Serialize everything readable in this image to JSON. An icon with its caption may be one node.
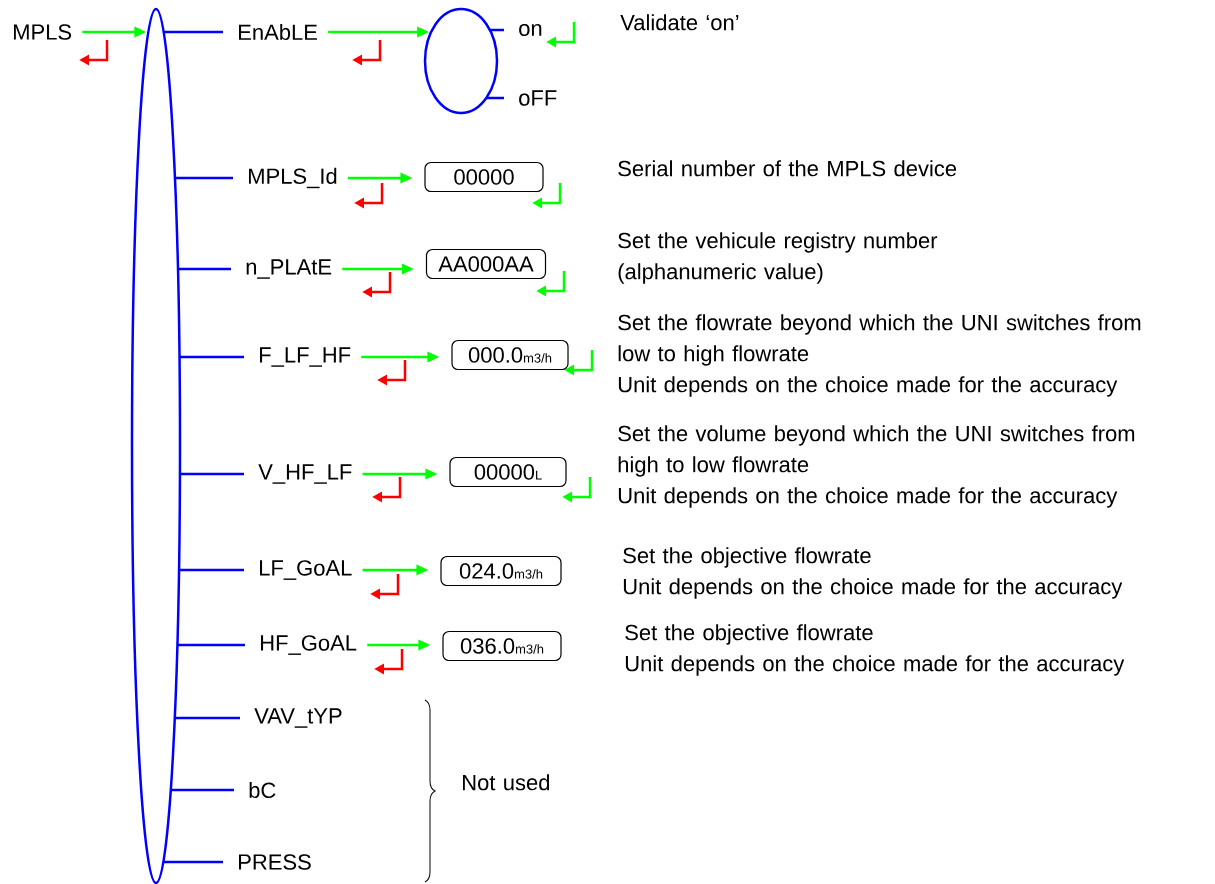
{
  "diagram": {
    "nodes": [
      {
        "text": [
          "MPLS"
        ]
      },
      {
        "text": [],
        "shape": "ellipse"
      },
      {
        "text": [
          "EnAbLE"
        ]
      },
      {
        "text": [],
        "shape": "ellipse"
      },
      {
        "text": [
          "on"
        ]
      },
      {
        "text": [
          "oFF"
        ]
      },
      {
        "text": [
          "MPLS_Id"
        ]
      },
      {
        "text": [
          "00000"
        ]
      },
      {
        "text": [
          "n_PLAtE"
        ]
      },
      {
        "text": [
          "AA000AA"
        ]
      },
      {
        "text": [
          "F_LF_HF"
        ]
      },
      {
        "text": [
          "000.0",
          "m3/h"
        ]
      },
      {
        "text": [
          "V_HF_LF"
        ]
      },
      {
        "text": [
          "00000",
          "L"
        ]
      },
      {
        "text": [
          "LF_GoAL"
        ]
      },
      {
        "text": [
          "024.0",
          "m3/h"
        ]
      },
      {
        "text": [
          "HF_GoAL"
        ]
      },
      {
        "text": [
          "036.0",
          "m3/h"
        ]
      },
      {
        "text": [
          "VAV_tYP"
        ]
      },
      {
        "text": [
          "bC"
        ]
      },
      {
        "text": [
          "PRESS"
        ]
      }
    ],
    "edges": [
      {
        "from": 0,
        "to": 1,
        "arrow": "to",
        "color": "#00ff00"
      },
      {
        "from": 1,
        "to": 2,
        "arrow": "none"
      },
      {
        "from": 2,
        "to": 3,
        "arrow": "to",
        "color": "#00ff00"
      },
      {
        "from": 3,
        "to": 4,
        "arrow": "none"
      },
      {
        "from": 3,
        "to": 5,
        "arrow": "none"
      },
      {
        "from": 1,
        "to": 6,
        "arrow": "none"
      },
      {
        "from": 6,
        "to": 7,
        "arrow": "to",
        "color": "#00ff00"
      },
      {
        "from": 1,
        "to": 8,
        "arrow": "none"
      },
      {
        "from": 8,
        "to": 9,
        "arrow": "to",
        "color": "#00ff00"
      },
      {
        "from": 1,
        "to": 10,
        "arrow": "none"
      },
      {
        "from": 10,
        "to": 11,
        "arrow": "to",
        "color": "#00ff00"
      },
      {
        "from": 1,
        "to": 12,
        "arrow": "none"
      },
      {
        "from": 12,
        "to": 13,
        "arrow": "to",
        "color": "#00ff00"
      },
      {
        "from": 1,
        "to": 14,
        "arrow": "none"
      },
      {
        "from": 14,
        "to": 15,
        "arrow": "to",
        "color": "#00ff00"
      },
      {
        "from": 1,
        "to": 16,
        "arrow": "none"
      },
      {
        "from": 16,
        "to": 17,
        "arrow": "to",
        "color": "#00ff00"
      },
      {
        "from": 1,
        "to": 18,
        "arrow": "none"
      },
      {
        "from": 1,
        "to": 19,
        "arrow": "none"
      },
      {
        "from": 1,
        "to": 20,
        "arrow": "none"
      }
    ],
    "labels": [
      "Validate ‘on’",
      "Serial number of the MPLS device",
      "Set the vehicule registry number (alphanumeric value)",
      "Set the flowrate beyond which the UNI switches from low to high flowrate",
      "Unit depends on the choice made for the accuracy",
      "Set the volume beyond which the UNI switches from high to low flowrate",
      "Unit depends on the choice made for the accuracy",
      "Set the objective flowrate",
      "Unit depends on the choice made for the accuracy",
      "Set the objective flowrate",
      "Unit depends on the choice made for the accuracy",
      "Not used"
    ]
  }
}
